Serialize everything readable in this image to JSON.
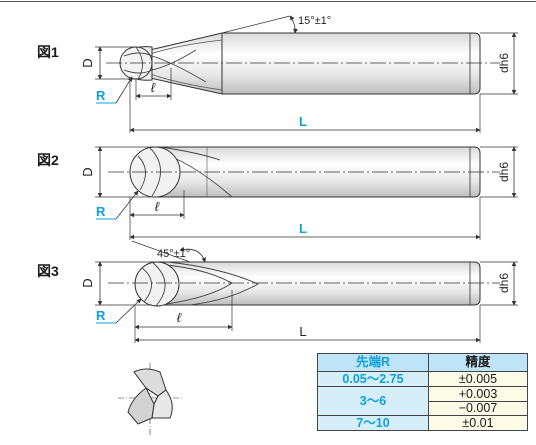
{
  "figures": [
    {
      "label": "図1",
      "angle": "15°±1°"
    },
    {
      "label": "図2"
    },
    {
      "label": "図3",
      "angle": "45°±1°"
    }
  ],
  "dims": {
    "D": "D",
    "R": "R",
    "ell": "ℓ",
    "L": "L",
    "dh6": "dh6"
  },
  "colors": {
    "accent": "#0ea0de",
    "line": "#333333",
    "tool_fill": "#f0f0f0"
  },
  "table": {
    "headers": [
      "先端R",
      "精度"
    ],
    "rows": [
      {
        "r": "0.05～2.75",
        "tol": [
          "±0.005"
        ]
      },
      {
        "r": "3～6",
        "tol": [
          "+0.003",
          "−0.007"
        ]
      },
      {
        "r": "7～10",
        "tol": [
          "±0.01"
        ]
      }
    ]
  }
}
